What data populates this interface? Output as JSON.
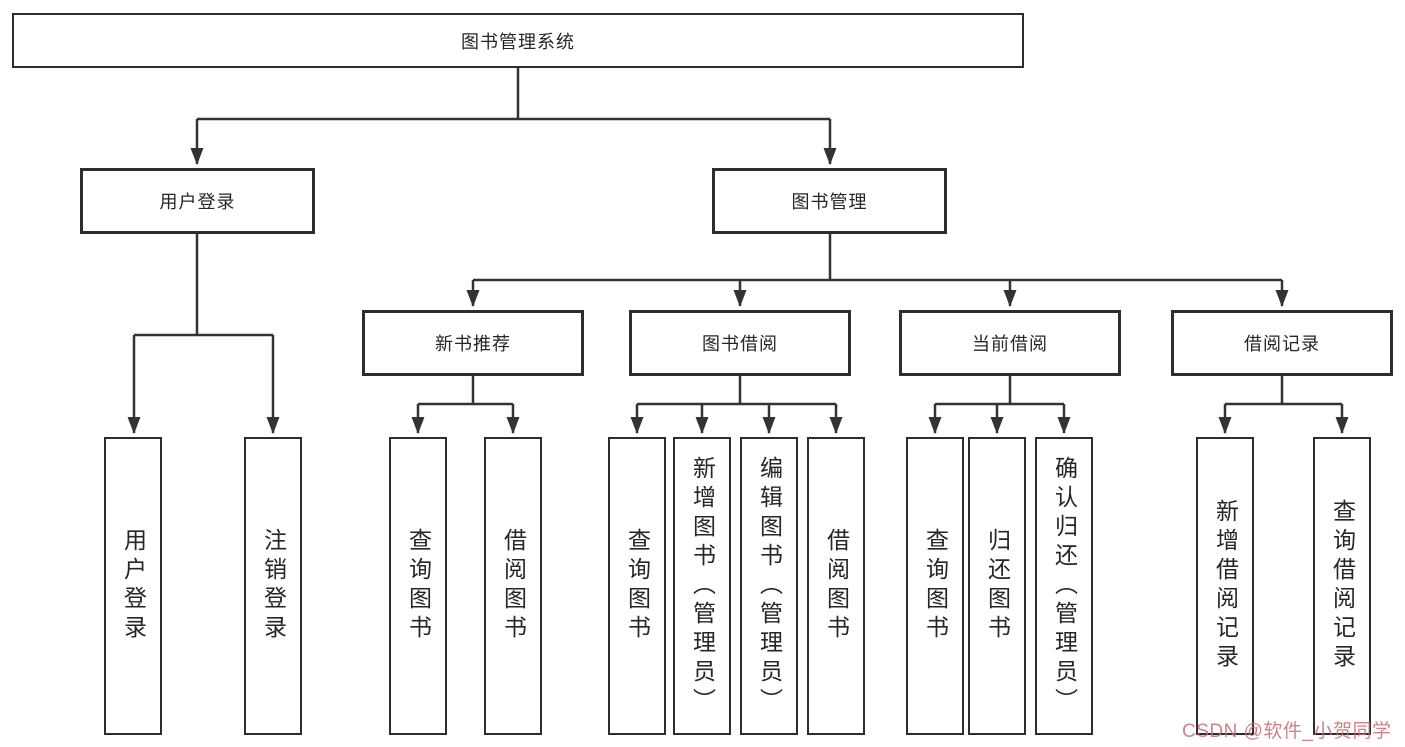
{
  "title": "图书管理系统",
  "tree": {
    "root": "图书管理系统",
    "branches": [
      {
        "label": "用户登录",
        "leaves": [
          "用户登录",
          "注销登录"
        ]
      },
      {
        "label": "图书管理",
        "groups": [
          {
            "label": "新书推荐",
            "leaves": [
              "查询图书",
              "借阅图书"
            ]
          },
          {
            "label": "图书借阅",
            "leaves": [
              "查询图书",
              "新增图书（管理员）",
              "编辑图书（管理员）",
              "借阅图书"
            ]
          },
          {
            "label": "当前借阅",
            "leaves": [
              "查询图书",
              "归还图书",
              "确认归还（管理员）"
            ]
          },
          {
            "label": "借阅记录",
            "leaves": [
              "新增借阅记录",
              "查询借阅记录"
            ]
          }
        ]
      }
    ]
  },
  "watermark": {
    "text": "CSDN @软件_小贺同学",
    "color": "#c96b74"
  },
  "colors": {
    "background": "#ffffff",
    "line": "#333333",
    "box_border": "#2d2d2d",
    "text": "#262626"
  }
}
